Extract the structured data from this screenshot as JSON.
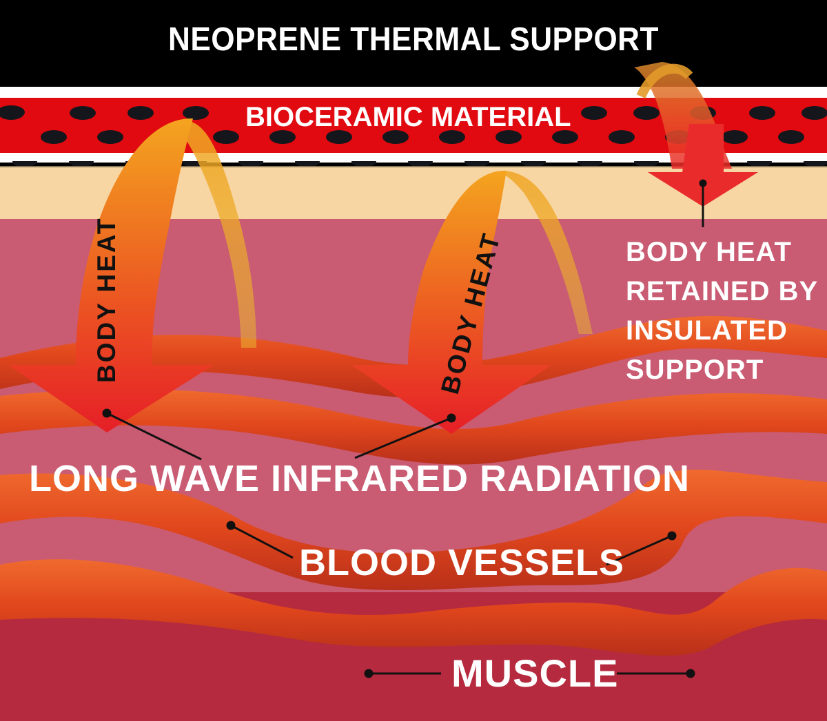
{
  "title": "NEOPRENE THERMAL SUPPORT",
  "layers": {
    "neoprene": {
      "label": "NEOPRENE THERMAL SUPPORT",
      "color": "#000000"
    },
    "bioceramic": {
      "label": "BIOCERAMIC MATERIAL",
      "color": "#e00a10"
    },
    "epidermis": {
      "color": "#f7d6a4"
    },
    "dermis": {
      "color": "#c95b72"
    },
    "muscle": {
      "label": "MUSCLE",
      "color": "#b52a3e"
    }
  },
  "labels": {
    "bioceramic": "BIOCERAMIC MATERIAL",
    "body_heat_1": "BODY HEAT",
    "body_heat_2": "BODY HEAT",
    "retained": "BODY HEAT\nRETAINED BY\nINSULATED\nSUPPORT",
    "infrared": "LONG WAVE INFRARED RADIATION",
    "blood_vessels": "BLOOD VESSELS",
    "muscle": "MUSCLE"
  },
  "colors": {
    "arrow_red": "#e8202a",
    "arrow_orange": "#f39a1e",
    "vessel": "#e24d1e",
    "leader_line": "#111111",
    "text": "#ffffff"
  }
}
